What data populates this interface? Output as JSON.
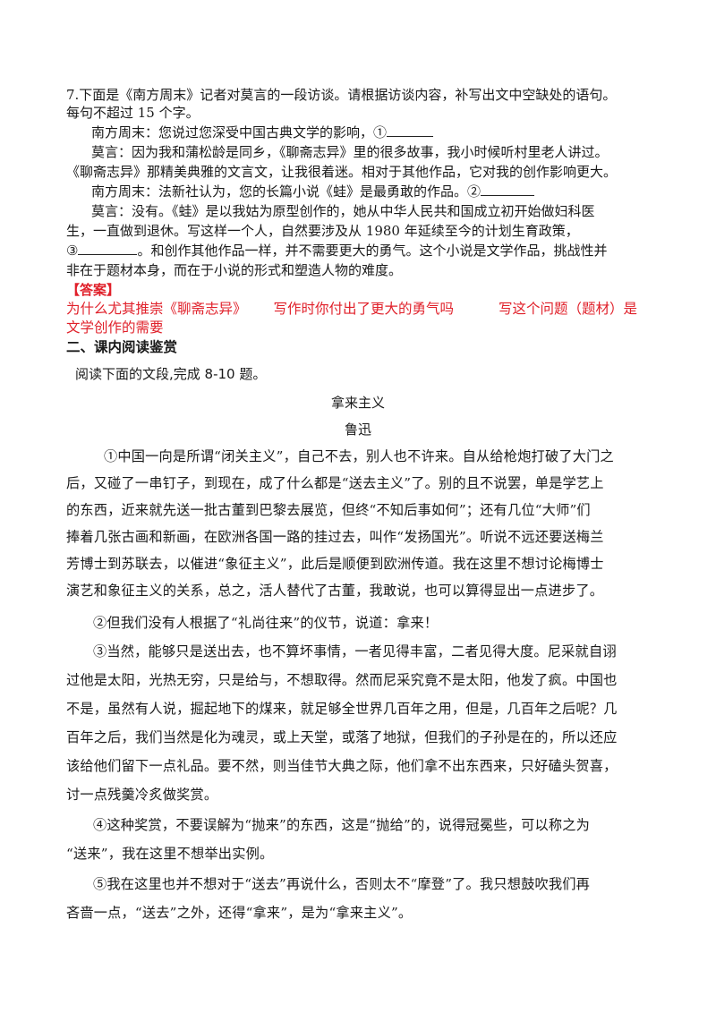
{
  "question7": {
    "line1": "7.下面是《南方周末》记者对莫言的一段访谈。请根据访谈内容，补写出文中空缺处的语句。",
    "line2": "每句不超过 15 个字。",
    "line3_prefix": "南方周末：您说过您深受中国古典文学的影响，",
    "marker1": "①",
    "line4": "莫言：因为我和蒲松龄是同乡，《聊斋志异》里的很多故事，我小时候听村里老人讲过。",
    "line5": "《聊斋志异》那精美典雅的文言文，让我很着迷。相对于其他作品，它对我的创作影响更大。",
    "line6_prefix": "南方周末：法新社认为，您的长篇小说《蛙》是最勇敢的作品。",
    "marker2": "②",
    "line7": "莫言：没有。《蛙》是以我姑为原型创作的，她从中华人民共和国成立初开始做妇科医",
    "line8": "生，一直做到退休。写这样一个人，自然要涉及从 1980 年延续至今的计划生育政策，",
    "marker3": "③",
    "line9_suffix": "。和创作其他作品一样，并不需要更大的勇气。这个小说是文学作品，挑战性并",
    "line10": "非在于题材本身，而在于小说的形式和塑造人物的难度。"
  },
  "answer": {
    "label": "【答案】",
    "a1": "为什么尤其推崇《聊斋志异》",
    "a2": "写作时你付出了更大的勇气吗",
    "a3": "写这个问题（题材）是",
    "a3_cont": "文学创作的需要"
  },
  "section2": {
    "heading": "二、课内阅读鉴赏",
    "prompt": "阅读下面的文段,完成 8-10 题。",
    "title": "拿来主义",
    "author": "鲁迅"
  },
  "passage": {
    "p1": [
      "①中国一向是所谓“闭关主义”，自己不去，别人也不许来。自从给枪炮打破了大门之",
      "后，又碰了一串钉子，到现在，成了什么都是“送去主义”了。别的且不说罢，单是学艺上",
      "的东西，近来就先送一批古董到巴黎去展览，但终“不知后事如何”；还有几位“大师”们",
      "捧着几张古画和新画，在欧洲各国一路的挂过去，叫作“发扬国光”。听说不远还要送梅兰",
      "芳博士到苏联去，以催进“象征主义”，此后是顺便到欧洲传道。我在这里不想讨论梅博士",
      "演艺和象征主义的关系，总之，活人替代了古董，我敢说，也可以算得显出一点进步了。"
    ],
    "p2": "②但我们没有人根据了“礼尚往来”的仪节，说道：拿来！",
    "p3": [
      "③当然，能够只是送出去，也不算坏事情，一者见得丰富，二者见得大度。尼采就自诩",
      "过他是太阳，光热无穷，只是给与，不想取得。然而尼采究竟不是太阳，他发了疯。中国也",
      "不是，虽然有人说，掘起地下的煤来，就足够全世界几百年之用，但是，几百年之后呢？几",
      "百年之后，我们当然是化为魂灵，或上天堂，或落了地狱，但我们的子孙是在的，所以还应",
      "该给他们留下一点礼品。要不然，则当佳节大典之际，他们拿不出东西来，只好磕头贺喜，",
      "讨一点残羹冷炙做奖赏。"
    ],
    "p4": [
      "④这种奖赏，不要误解为“抛来”的东西，这是“抛给”的，说得冠冕些，可以称之为",
      "“送来”，我在这里不想举出实例。"
    ],
    "p5": [
      "⑤我在这里也并不想对于“送去”再说什么，否则太不“摩登”了。我只想鼓吹我们再",
      "吝啬一点，“送去”之外，还得“拿来”，是为“拿来主义”。"
    ]
  }
}
